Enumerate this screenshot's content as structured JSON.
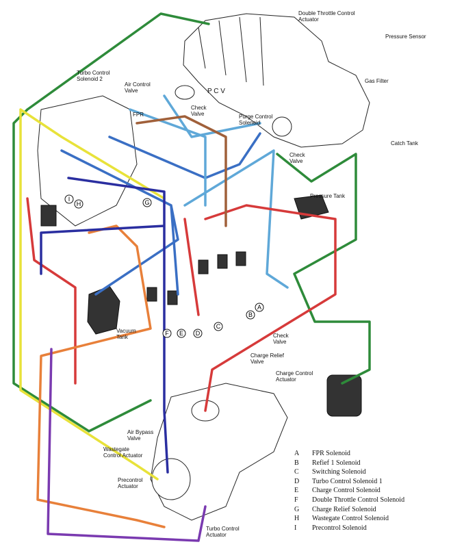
{
  "labels": {
    "double_throttle_control_actuator": "Double Throttle Control\nActuator",
    "pressure_sensor": "Pressure Sensor",
    "gas_filter": "Gas Filter",
    "turbo_control_solenoid_2": "Turbo Control\nSolenoid 2",
    "air_control_valve": "Air Control\nValve",
    "fpr": "FPR",
    "pcv": "P C V",
    "check_valve_top": "Check\nValve",
    "purge_control_solenoid": "Purge Control\nSolenoid",
    "catch_tank": "Catch Tank",
    "check_valve_right": "Check\nValve",
    "pressure_tank": "Pressure Tank",
    "vacuum_tank": "Vacuum\nTank",
    "check_valve_lower": "Check\nValve",
    "charge_relief_valve": "Charge Relief\nValve",
    "charge_control_actuator": "Charge Control\nActuator",
    "air_bypass_valve": "Air Bypass\nValve",
    "wastegate_control_actuator": "Wastegate\nControl Actuator",
    "precontrol_actuator": "Precontrol\nActuator",
    "turbo_control_actuator": "Turbo Control\nActuator"
  },
  "callouts": {
    "a": "A",
    "b": "B",
    "c": "C",
    "d": "D",
    "e": "E",
    "f": "F",
    "g": "G",
    "h": "H",
    "i": "I"
  },
  "legend": [
    {
      "key": "A",
      "name": "FPR Solenoid"
    },
    {
      "key": "B",
      "name": "Refief 1 Solenoid"
    },
    {
      "key": "C",
      "name": "Switching Solenoid"
    },
    {
      "key": "D",
      "name": "Turbo Control  Solenoid 1"
    },
    {
      "key": "E",
      "name": "Charge Control Solenoid"
    },
    {
      "key": "F",
      "name": "Double Throttle Control Solenoid"
    },
    {
      "key": "G",
      "name": "Charge Relief Solenoid"
    },
    {
      "key": "H",
      "name": "Wastegate Control Solenoid"
    },
    {
      "key": "I",
      "name": "Precontrol Solenoid"
    }
  ],
  "hose_colors": {
    "green": "#2e8b3a",
    "yellow": "#e8e23a",
    "blue": "#3a6fc4",
    "light_blue": "#5fa8d8",
    "red": "#d63a3a",
    "orange": "#e8803a",
    "purple": "#7a3ab0",
    "brown": "#a0603a",
    "navy": "#2a2ea0"
  }
}
